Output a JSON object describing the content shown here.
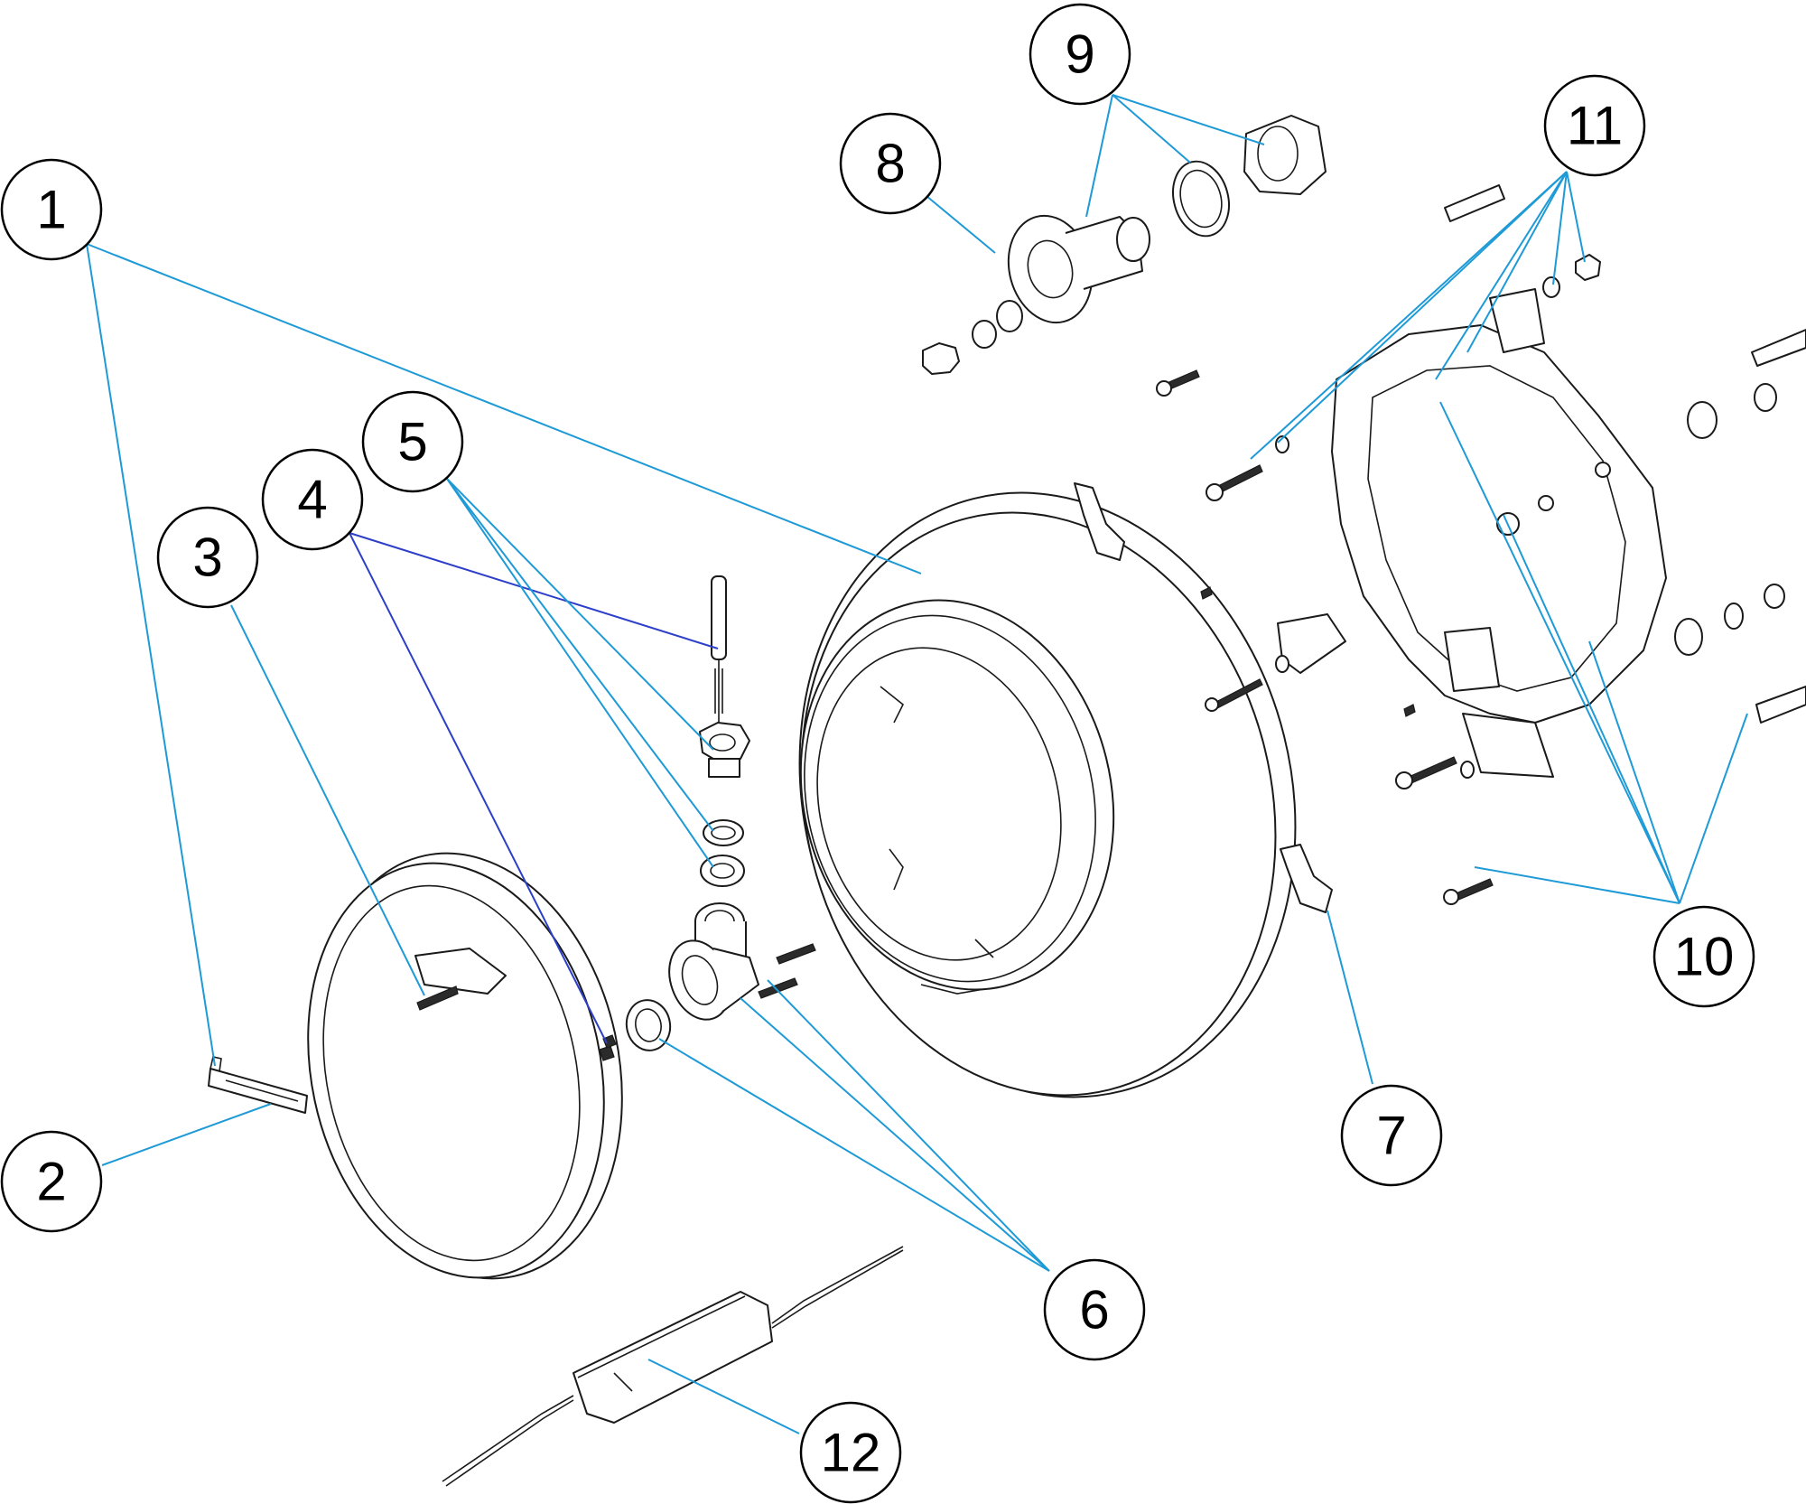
{
  "colors": {
    "leader": "#1e9ad6",
    "leader_alt": "#2d3fc8",
    "line_art": "#1a1a1a",
    "background": "#ffffff"
  },
  "callouts": [
    {
      "id": "1",
      "label": "1"
    },
    {
      "id": "2",
      "label": "2"
    },
    {
      "id": "3",
      "label": "3"
    },
    {
      "id": "4",
      "label": "4"
    },
    {
      "id": "5",
      "label": "5"
    },
    {
      "id": "6",
      "label": "6"
    },
    {
      "id": "7",
      "label": "7"
    },
    {
      "id": "8",
      "label": "8"
    },
    {
      "id": "9",
      "label": "9"
    },
    {
      "id": "10",
      "label": "10"
    },
    {
      "id": "11",
      "label": "11"
    },
    {
      "id": "12",
      "label": "12"
    }
  ]
}
